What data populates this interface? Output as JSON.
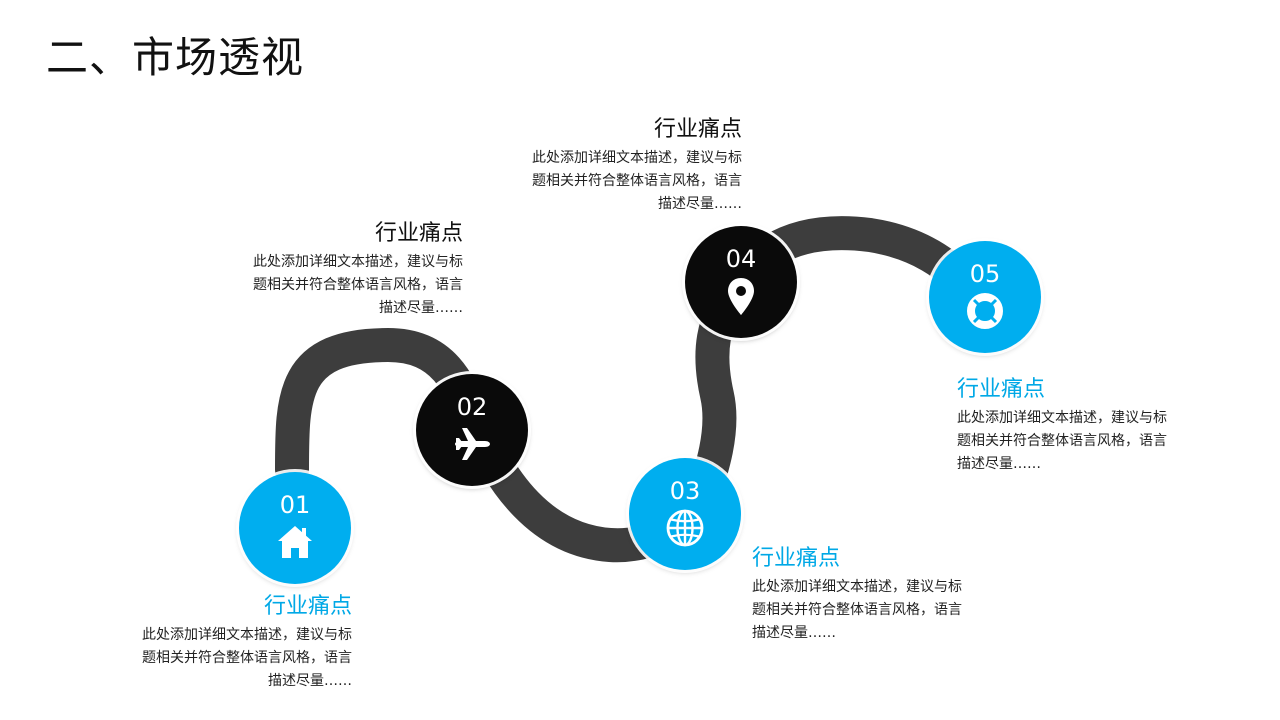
{
  "title": "二、市场透视",
  "colors": {
    "blue": "#00aeef",
    "black": "#0a0a0a",
    "track": "#3d3d3d"
  },
  "steps": [
    {
      "num": "01",
      "icon": "home-icon",
      "heading": "行业痛点",
      "desc": [
        "此处添加详细文本描述，建议与标",
        "题相关并符合整体语言风格，语言",
        "描述尽量……"
      ]
    },
    {
      "num": "02",
      "icon": "airplane-icon",
      "heading": "行业痛点",
      "desc": [
        "此处添加详细文本描述，建议与标",
        "题相关并符合整体语言风格，语言",
        "描述尽量……"
      ]
    },
    {
      "num": "03",
      "icon": "globe-icon",
      "heading": "行业痛点",
      "desc": [
        "此处添加详细文本描述，建议与标",
        "题相关并符合整体语言风格，语言",
        "描述尽量……"
      ]
    },
    {
      "num": "04",
      "icon": "location-pin-icon",
      "heading": "行业痛点",
      "desc": [
        "此处添加详细文本描述，建议与标",
        "题相关并符合整体语言风格，语言",
        "描述尽量……"
      ]
    },
    {
      "num": "05",
      "icon": "lifebuoy-icon",
      "heading": "行业痛点",
      "desc": [
        "此处添加详细文本描述，建议与标",
        "题相关并符合整体语言风格，语言",
        "描述尽量……"
      ]
    }
  ]
}
